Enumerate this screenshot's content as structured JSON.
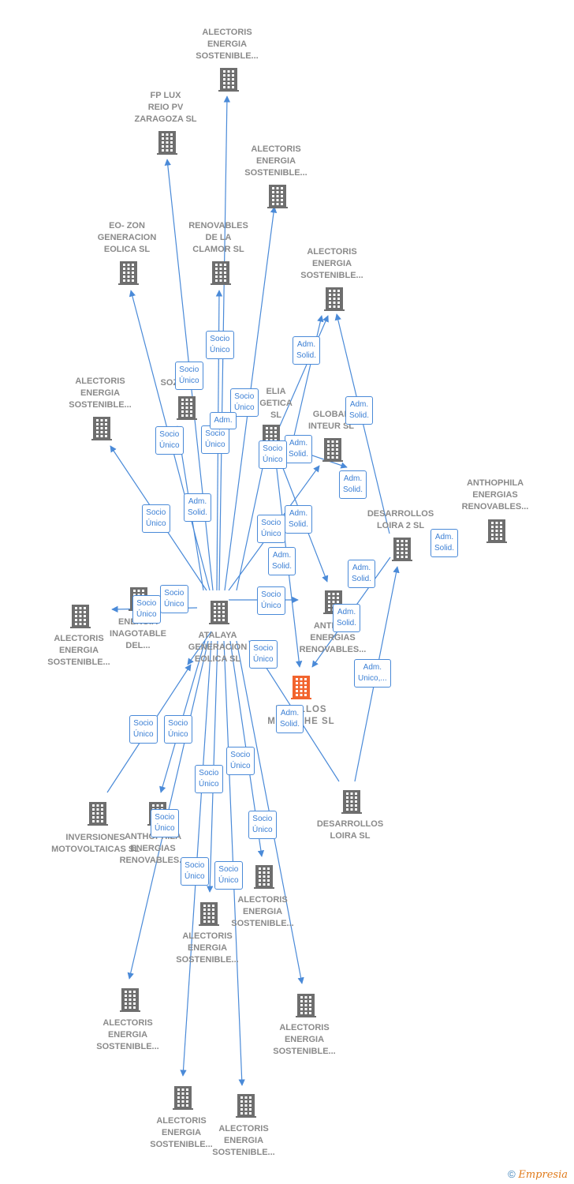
{
  "colors": {
    "edge": "#4a8ad8",
    "company": "#6e6e6e",
    "focus_company": "#f2642e",
    "label": "#8a8a8a",
    "badge_text": "#3b7fd4"
  },
  "icon": "building-icon",
  "nodes": [
    {
      "id": "n1",
      "label": "ALECTORIS\nENERGIA\nSOSTENIBLE..."
    },
    {
      "id": "n2",
      "label": "FP LUX\nREIO PV\nZARAGOZA  SL"
    },
    {
      "id": "n3",
      "label": "ALECTORIS\nENERGIA\nSOSTENIBLE..."
    },
    {
      "id": "n4",
      "label": "EO- ZON\nGENERACION\nEOLICA  SL"
    },
    {
      "id": "n5",
      "label": "RENOVABLES\nDE LA\nCLAMOR  SL"
    },
    {
      "id": "n6",
      "label": "ALECTORIS\nENERGIA\nSOSTENIBLE..."
    },
    {
      "id": "n7",
      "label": "ALECTORIS\nENERGIA\nSOSTENIBLE..."
    },
    {
      "id": "n8",
      "label": "SOZ...  SL"
    },
    {
      "id": "n9",
      "label": "ELIA\nGETICA\nSL"
    },
    {
      "id": "n10",
      "label": "GLOBAL\nINTEUR  SL"
    },
    {
      "id": "n11",
      "label": "ANTHOPHILA\nENERGIAS\nRENOVABLES..."
    },
    {
      "id": "n12",
      "label": "DESARROLLOS\nLOIRA 2  SL"
    },
    {
      "id": "n13",
      "label": "ALECTORIS\nENERGIA\nSOSTENIBLE..."
    },
    {
      "id": "n14",
      "label": "ENERGIA\nINAGOTABLE\nDEL..."
    },
    {
      "id": "n15",
      "label": "ATALAYA\nGENERACION\nEOLICA  SL"
    },
    {
      "id": "n16",
      "label": "ANTHO...\nENERGIAS\nRENOVABLES..."
    },
    {
      "id": "n17",
      "label": "DE...LLOS\nMALACHE  SL"
    },
    {
      "id": "n18",
      "label": "INVERSIONES\nMOTOVOLTAICAS SL"
    },
    {
      "id": "n19",
      "label": "ANTHOPHILA\nENERGIAS\nRENOVABLES..."
    },
    {
      "id": "n20",
      "label": "DESARROLLOS\nLOIRA SL"
    },
    {
      "id": "n21",
      "label": "ALECTORIS\nENERGIA\nSOSTENIBLE..."
    },
    {
      "id": "n22",
      "label": "ALECTORIS\nENERGIA\nSOSTENIBLE..."
    },
    {
      "id": "n23",
      "label": "ALECTORIS\nENERGIA\nSOSTENIBLE..."
    },
    {
      "id": "n24",
      "label": "ALECTORIS\nENERGIA\nSOSTENIBLE..."
    },
    {
      "id": "n25",
      "label": "ALECTORIS\nENERGIA\nSOSTENIBLE..."
    },
    {
      "id": "n26",
      "label": "ALECTORIS\nENERGIA\nSOSTENIBLE..."
    }
  ],
  "relations": [
    {
      "id": "r1",
      "label": "Socio\nÚnico"
    },
    {
      "id": "r2",
      "label": "Socio\nÚnico"
    },
    {
      "id": "r3",
      "label": "Socio\nÚnico"
    },
    {
      "id": "r4",
      "label": "Adm.\nSolid."
    },
    {
      "id": "r5",
      "label": "Adm.\nSolid."
    },
    {
      "id": "r6",
      "label": "Socio\nÚnico"
    },
    {
      "id": "r7",
      "label": "Socio\nÚnico"
    },
    {
      "id": "r8",
      "label": "Adm."
    },
    {
      "id": "r9",
      "label": "Adm.\nSolid."
    },
    {
      "id": "r10",
      "label": "Socio\nÚnico"
    },
    {
      "id": "r11",
      "label": "Adm.\nSolid."
    },
    {
      "id": "r12",
      "label": "Socio\nÚnico"
    },
    {
      "id": "r13",
      "label": "Adm.\nSolid."
    },
    {
      "id": "r14",
      "label": "Adm.\nSolid."
    },
    {
      "id": "r15",
      "label": "Socio\nÚnico"
    },
    {
      "id": "r16",
      "label": "Adm.\nSolid."
    },
    {
      "id": "r17",
      "label": "Adm.\nSolid."
    },
    {
      "id": "r18",
      "label": "Adm.\nSolid."
    },
    {
      "id": "r19",
      "label": "Socio\nÚnico"
    },
    {
      "id": "r20",
      "label": "Socio\nÚnico"
    },
    {
      "id": "r21",
      "label": "Socio\nÚnico"
    },
    {
      "id": "r22",
      "label": "Adm.\nSolid."
    },
    {
      "id": "r23",
      "label": "Socio\nÚnico"
    },
    {
      "id": "r24",
      "label": "Adm.\nUnico,..."
    },
    {
      "id": "r25",
      "label": "Adm.\nSolid."
    },
    {
      "id": "r26",
      "label": "Socio\nÚnico"
    },
    {
      "id": "r27",
      "label": "Socio\nÚnico"
    },
    {
      "id": "r28",
      "label": "Socio\nÚnico"
    },
    {
      "id": "r29",
      "label": "Socio\nÚnico"
    },
    {
      "id": "r30",
      "label": "Socio\nÚnico"
    },
    {
      "id": "r31",
      "label": "Socio\nÚnico"
    },
    {
      "id": "r32",
      "label": "Socio\nÚnico"
    },
    {
      "id": "r33",
      "label": "Socio\nÚnico"
    },
    {
      "id": "r34",
      "label": "Socio\nÚnico"
    }
  ],
  "footer": {
    "copyright": "©",
    "brand": "Empresia"
  }
}
